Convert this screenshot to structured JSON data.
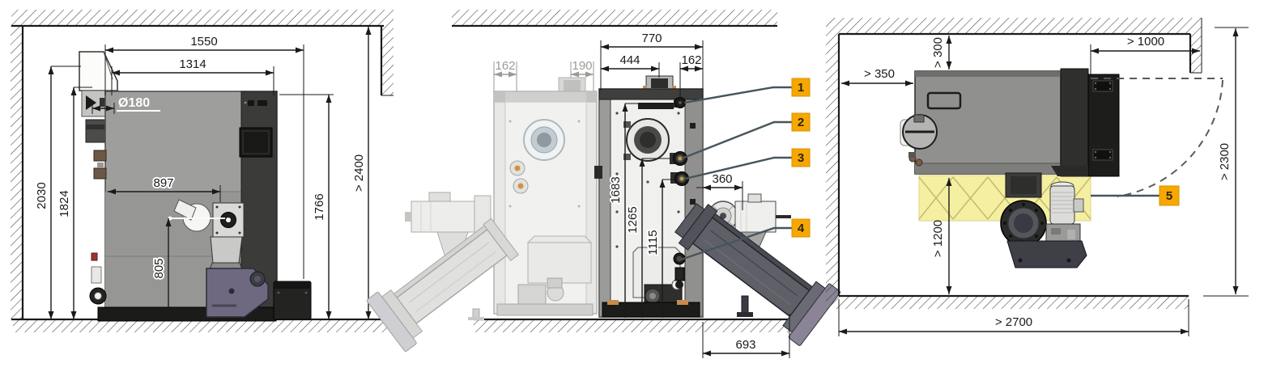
{
  "colors": {
    "callout_bg": "#F7A800",
    "callout_border": "#D98F00",
    "service_area_yellow": "#F5EFA2",
    "leader_line": "#46565C"
  },
  "side_view": {
    "dims": {
      "total_depth": "1550",
      "body_depth": "1314",
      "flue_diameter": "Ø180",
      "flue_elbow_height": "2030",
      "flue_height": "1824",
      "burner_flange_depth": "897",
      "burner_axis_height": "805",
      "body_height": "1766",
      "min_ceiling_height": "> 2400"
    }
  },
  "rear_view": {
    "dims": {
      "left_offset": "162",
      "flue_offset": "190",
      "total_width": "770",
      "flue_center": "444",
      "right_offset": "162",
      "connection1_height": "1683",
      "connection2_height": "1265",
      "connection3_height": "1115",
      "auger_extension": "360",
      "side_clearance": "693"
    },
    "callouts": {
      "c1": "1",
      "c2": "2",
      "c3": "3",
      "c4": "4"
    }
  },
  "top_view": {
    "dims": {
      "min_left_clearance": "> 350",
      "min_rear_clearance": "> 300",
      "min_door_clearance": "> 1000",
      "min_room_depth": "> 2300",
      "min_front_clearance": "> 1200",
      "min_room_width": "> 2700"
    },
    "callouts": {
      "c5": "5"
    }
  }
}
